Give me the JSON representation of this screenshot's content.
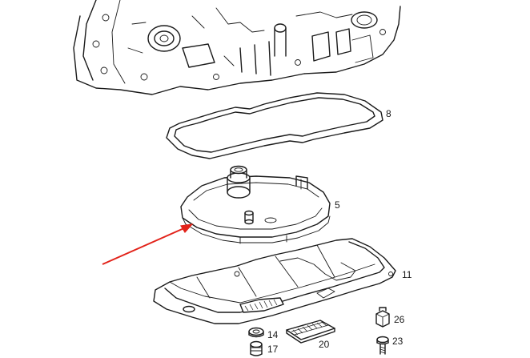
{
  "diagram": {
    "callouts": {
      "gasket": "8",
      "filter": "5",
      "oil_pan": "11",
      "part_14": "14",
      "part_17": "17",
      "part_20": "20",
      "part_23": "23",
      "part_26": "26"
    },
    "colors": {
      "line": "#1a1a1a",
      "background": "#ffffff",
      "pointer_arrow": "#e2231a"
    },
    "pointer_target": "filter"
  }
}
